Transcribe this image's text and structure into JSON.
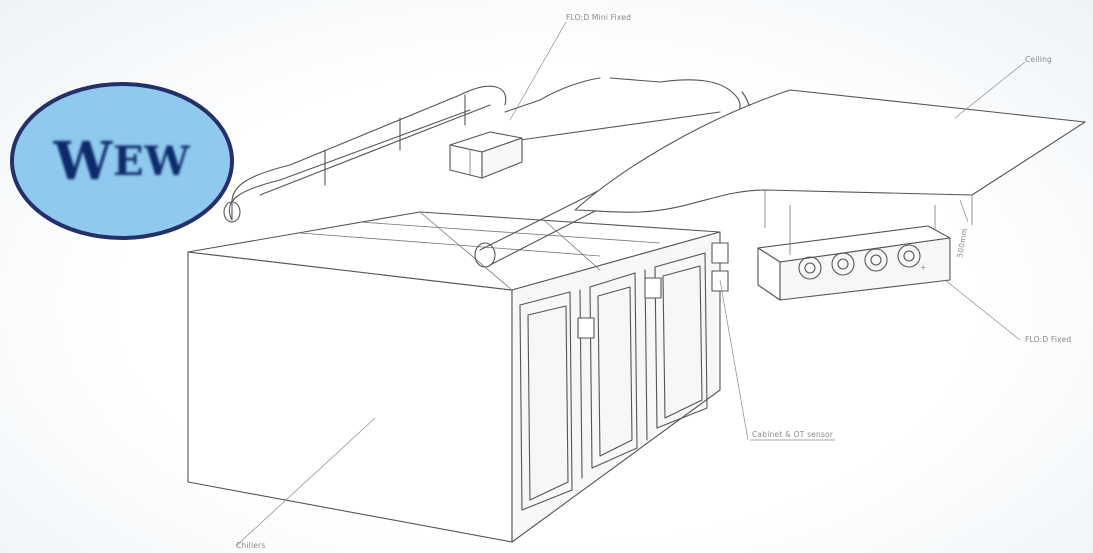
{
  "labels": {
    "flo_mini": "FLO:D Mini Fixed",
    "ceiling": "Ceiling",
    "flo_fixed": "FLO:D Fixed",
    "cabinet_sensor": "Cabinet & OT sensor",
    "chillers": "Chillers",
    "dimension": "500mm"
  },
  "logo": {
    "first_letter": "W",
    "rest": "EW",
    "fill_color": "#8fc9ee",
    "border_color": "#25306b"
  }
}
